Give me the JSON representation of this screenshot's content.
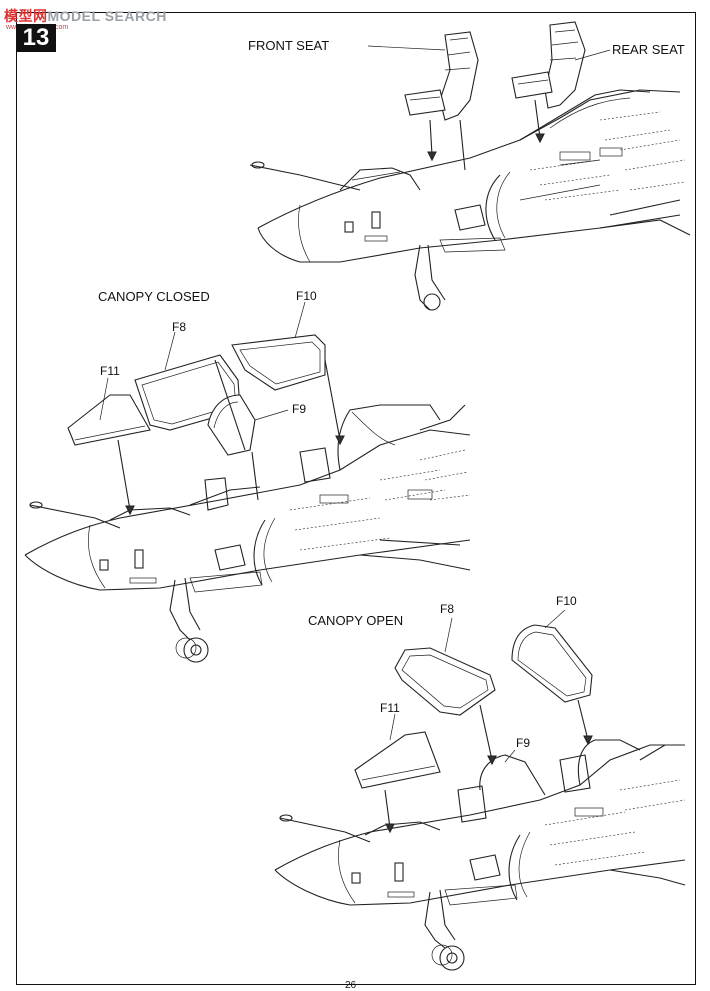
{
  "watermark": {
    "brand": "模型网",
    "text": "MODEL SEARCH",
    "sub": "www.mxsearch.com"
  },
  "step_number": "13",
  "panel1": {
    "front_seat": "FRONT SEAT",
    "rear_seat": "REAR SEAT"
  },
  "panel2": {
    "title": "CANOPY CLOSED",
    "parts": {
      "f8": "F8",
      "f9": "F9",
      "f10": "F10",
      "f11": "F11"
    }
  },
  "panel3": {
    "title": "CANOPY OPEN",
    "parts": {
      "f8": "F8",
      "f9": "F9",
      "f10": "F10",
      "f11": "F11"
    }
  },
  "page_number": "26"
}
